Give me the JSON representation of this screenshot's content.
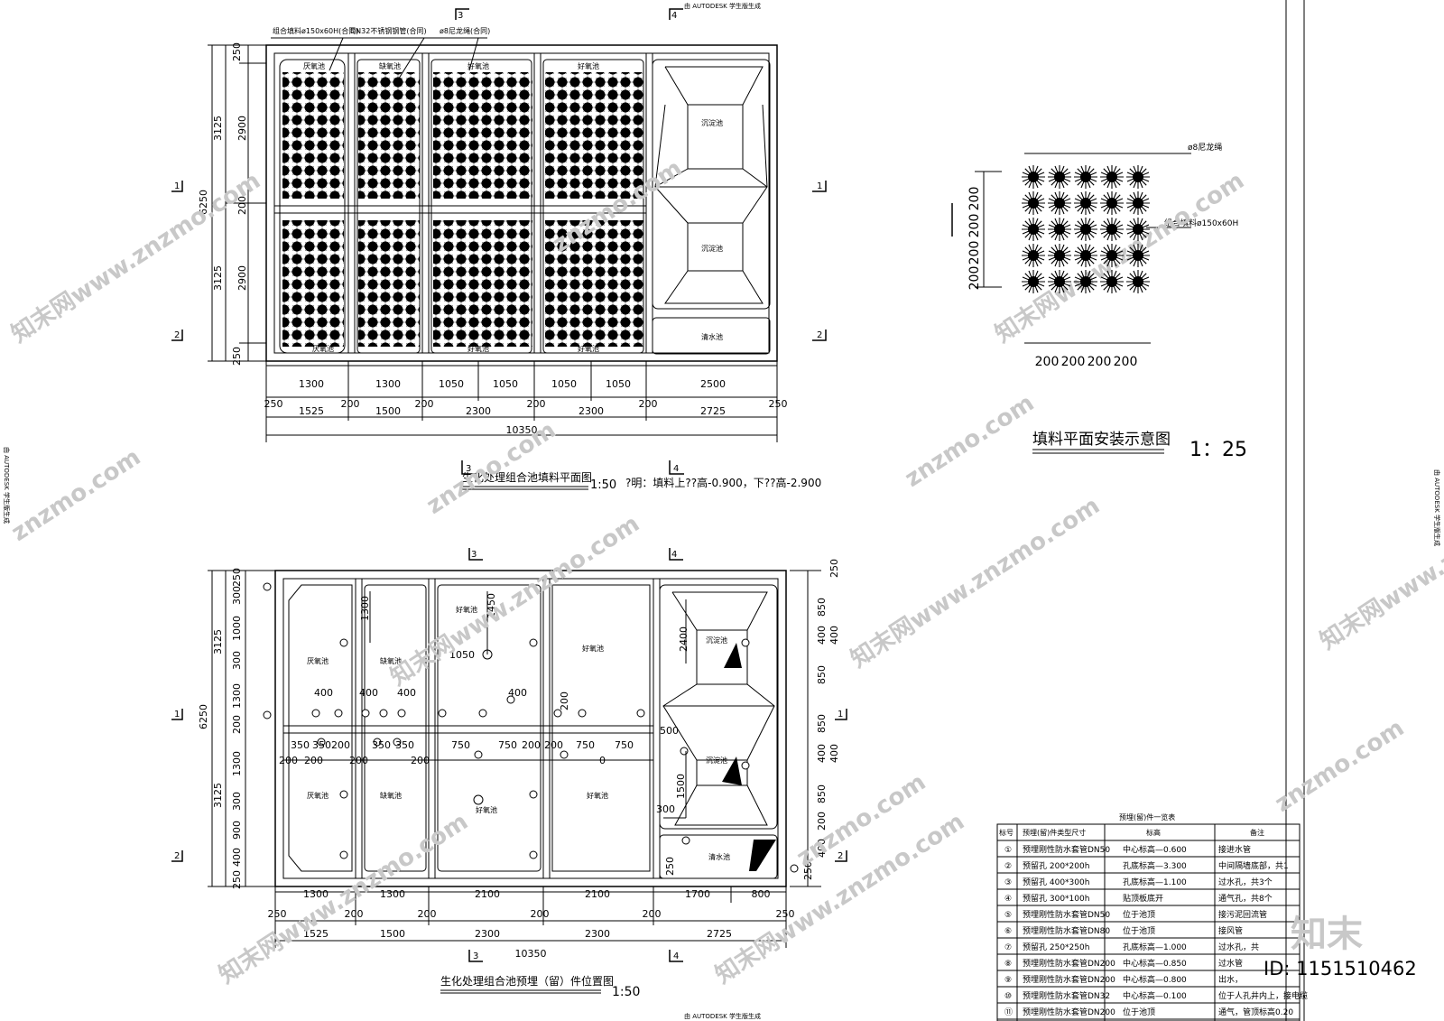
{
  "plan1": {
    "title": "生化处理组合池填料平面图",
    "scale": "1:50",
    "note": "?明：填料上??高-0.900，下??高-2.900",
    "leaders": [
      "组合填料ø150x60H(合同)",
      "DN32不锈钢钢管(合同)",
      "ø8尼龙绳(合同)"
    ],
    "rooms": [
      "厌氧池",
      "缺氧池",
      "好氧池",
      "好氧池",
      "沉淀池",
      "沉淀池",
      "清水池",
      "厌氧池",
      "好氧池",
      "好氧池"
    ],
    "left_dims": [
      "250",
      "2900",
      "200",
      "2900",
      "250"
    ],
    "left_dims_outer": [
      "3125",
      "6250",
      "3125"
    ],
    "bottom_row1": [
      "1300",
      "1300",
      "1050",
      "1050",
      "1050",
      "1050",
      "2500"
    ],
    "bottom_row2_walls": [
      "250",
      "200",
      "200",
      "200",
      "200",
      "250"
    ],
    "bottom_row2": [
      "1525",
      "1500",
      "2300",
      "2300",
      "2725"
    ],
    "total": "10350",
    "section_marks": [
      "3",
      "4",
      "1",
      "1",
      "2",
      "2",
      "3",
      "4"
    ]
  },
  "detail": {
    "title": "填料平面安装示意图",
    "scale": "1：25",
    "label_rope": "ø8尼龙绳",
    "label_fill": "组合填料ø150x60H",
    "bottom_dims": [
      "200",
      "200",
      "200",
      "200"
    ],
    "left_dims": [
      "200",
      "200",
      "200",
      "200"
    ]
  },
  "plan2": {
    "title": "生化处理组合池预埋（留）件位置图",
    "scale": "1:50",
    "rooms": [
      "厌氧池",
      "缺氧池",
      "好氧池",
      "好氧池",
      "沉淀池",
      "沉淀池",
      "清水池",
      "厌氧池",
      "缺氧池",
      "好氧池",
      "好氧池"
    ],
    "left_dims_inner": [
      "250",
      "300",
      "1000",
      "300",
      "1300",
      "200",
      "1300",
      "300",
      "900",
      "400",
      "250"
    ],
    "left_dims_outer": [
      "3125",
      "6250",
      "3125"
    ],
    "right_dims": [
      "250",
      "850",
      "400",
      "400",
      "850",
      "850",
      "400",
      "400",
      "850",
      "200",
      "400",
      "250"
    ],
    "inner_dims": [
      "1300",
      "1450",
      "1050",
      "400",
      "400",
      "400",
      "400",
      "200",
      "350",
      "350",
      "200",
      "200",
      "200",
      "200",
      "350",
      "350",
      "200",
      "750",
      "750",
      "200",
      "200",
      "750",
      "0",
      "750",
      "500",
      "1500",
      "300",
      "2400",
      "250"
    ],
    "bottom_row1": [
      "1300",
      "1300",
      "2100",
      "2100",
      "1700",
      "800"
    ],
    "bottom_row2_walls": [
      "250",
      "200",
      "200",
      "200",
      "200",
      "250"
    ],
    "bottom_row2": [
      "1525",
      "1500",
      "2300",
      "2300",
      "2725"
    ],
    "total": "10350",
    "section_marks": [
      "3",
      "4",
      "1",
      "1",
      "2",
      "2",
      "3",
      "4"
    ]
  },
  "table": {
    "title": "预埋(留)件一览表",
    "headers": [
      "标号",
      "预埋(留)件类型尺寸",
      "标高",
      "备注"
    ],
    "rows": [
      [
        "①",
        "预埋刚性防水套管DN50",
        "中心标高—0.600",
        "接进水管"
      ],
      [
        "②",
        "预留孔  200*200h",
        "孔底标高—3.300",
        "中间隔墙底部，共1"
      ],
      [
        "③",
        "预留孔  400*300h",
        "孔底标高—1.100",
        "过水孔，共3个"
      ],
      [
        "④",
        "预留孔  300*100h",
        "贴顶板底开",
        "通气孔，共8个"
      ],
      [
        "⑤",
        "预埋刚性防水套管DN50",
        "位于池顶",
        "接污泥回流管"
      ],
      [
        "⑥",
        "预埋刚性防水套管DN80",
        "位于池顶",
        "接风管"
      ],
      [
        "⑦",
        "预留孔  250*250h",
        "孔底标高—1.000",
        "过水孔，共"
      ],
      [
        "⑧",
        "预埋刚性防水套管DN200",
        "中心标高—0.850",
        "过水管"
      ],
      [
        "⑨",
        "预埋刚性防水套管DN200",
        "中心标高—0.800",
        "出水，"
      ],
      [
        "⑩",
        "预埋刚性防水套管DN32",
        "中心标高—0.100",
        "位于人孔井内上，接电缆"
      ],
      [
        "⑪",
        "预埋刚性防水套管DN200",
        "位于池顶",
        "通气，管顶标高0.20"
      ]
    ]
  },
  "watermarks": {
    "site": "知末网www.znzmo.com",
    "short": "znzmo.com",
    "brand": "知末",
    "id": "ID: 1151510462",
    "autodesk": "由 AUTODESK 学生版生成"
  }
}
